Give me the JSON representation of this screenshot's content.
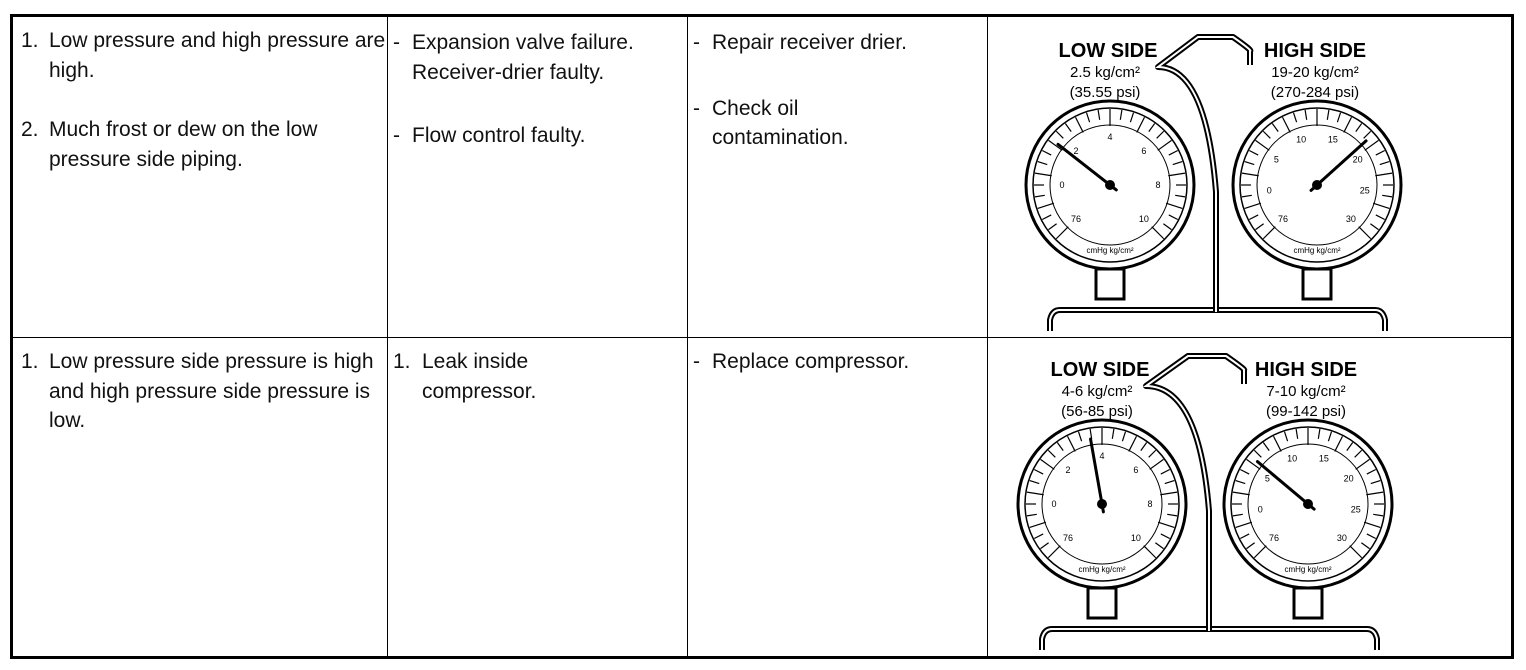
{
  "rows": [
    {
      "condition": [
        {
          "num": "1.",
          "text": "Low pressure and high pressure are high."
        },
        {
          "num": "2.",
          "text": "Much frost or dew on the low pressure side piping."
        }
      ],
      "cause": [
        {
          "mark": "-",
          "text": "Expansion valve failure. Receiver-drier faulty."
        },
        {
          "mark": "-",
          "text": "Flow control faulty."
        }
      ],
      "remedy": [
        {
          "mark": "-",
          "text": "Repair receiver drier."
        },
        {
          "mark": "-",
          "text": "Check oil contamination."
        }
      ],
      "gauges": {
        "low": {
          "label": "LOW SIDE",
          "reading": "2.5 kg/cm²",
          "psi": "(35.55 psi)",
          "ticks": [
            "76",
            "0",
            "2",
            "4",
            "6",
            "8",
            "10"
          ],
          "units": "cmHg kg/cm²"
        },
        "high": {
          "label": "HIGH SIDE",
          "reading": "19-20 kg/cm²",
          "psi": "(270-284 psi)",
          "ticks": [
            "76",
            "0",
            "5",
            "10",
            "15",
            "20",
            "25",
            "30"
          ],
          "units": "cmHg kg/cm²"
        }
      }
    },
    {
      "condition": [
        {
          "num": "1.",
          "text": "Low pressure side pressure is high and high pressure side pressure is low."
        }
      ],
      "cause": [
        {
          "mark": "1.",
          "text": "Leak inside compressor."
        }
      ],
      "remedy": [
        {
          "mark": "-",
          "text": "Replace compressor."
        }
      ],
      "gauges": {
        "low": {
          "label": "LOW SIDE",
          "reading": "4-6 kg/cm²",
          "psi": "(56-85 psi)",
          "ticks": [
            "76",
            "0",
            "2",
            "4",
            "6",
            "8",
            "10"
          ],
          "units": "cmHg kg/cm²"
        },
        "high": {
          "label": "HIGH SIDE",
          "reading": "7-10 kg/cm²",
          "psi": "(99-142 psi)",
          "ticks": [
            "76",
            "0",
            "5",
            "10",
            "15",
            "20",
            "25",
            "30"
          ],
          "units": "cmHg kg/cm²"
        }
      }
    }
  ]
}
